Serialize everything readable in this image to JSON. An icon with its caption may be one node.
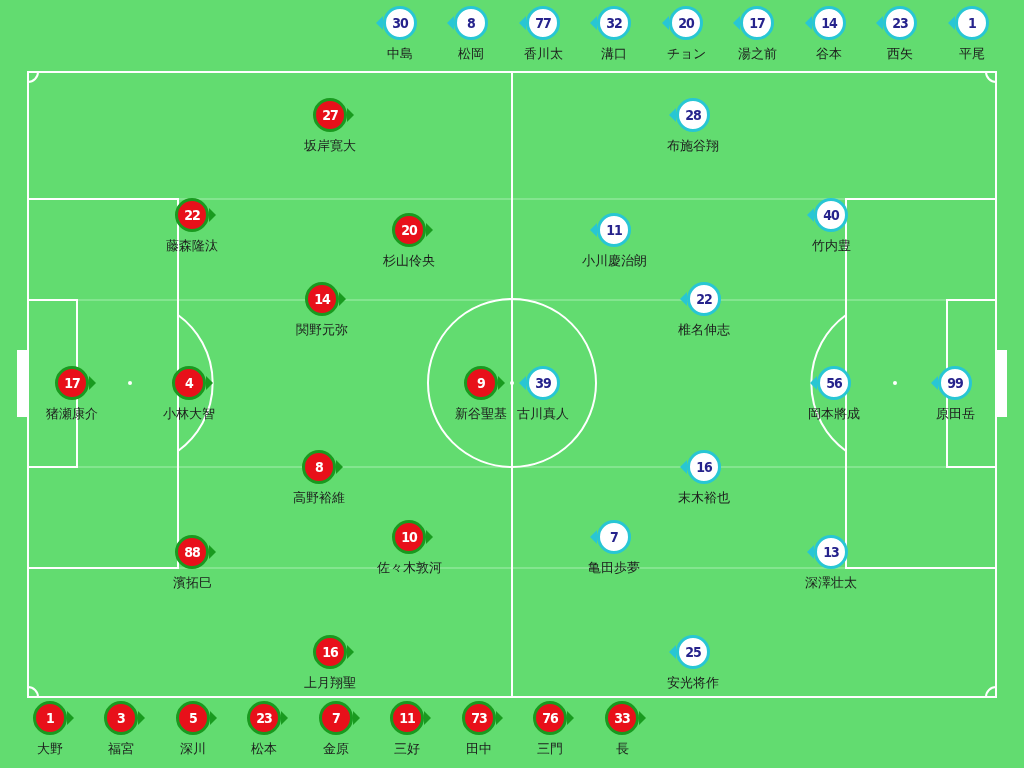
{
  "diagram": {
    "nodes": [
      {
        "text": [
          "30",
          "中島"
        ]
      },
      {
        "text": [
          "8",
          "松岡"
        ]
      },
      {
        "text": [
          "77",
          "香川太"
        ]
      },
      {
        "text": [
          "32",
          "溝口"
        ]
      },
      {
        "text": [
          "20",
          "チョン"
        ]
      },
      {
        "text": [
          "17",
          "湯之前"
        ]
      },
      {
        "text": [
          "14",
          "谷本"
        ]
      },
      {
        "text": [
          "23",
          "西矢"
        ]
      },
      {
        "text": [
          "1",
          "平尾"
        ]
      },
      {
        "text": [
          "27",
          "坂岸寛大"
        ]
      },
      {
        "text": [
          "22",
          "藤森隆汰"
        ]
      },
      {
        "text": [
          "20",
          "杉山伶央"
        ]
      },
      {
        "text": [
          "14",
          "関野元弥"
        ]
      },
      {
        "text": [
          "17",
          "猪瀬康介"
        ]
      },
      {
        "text": [
          "4",
          "小林大智"
        ]
      },
      {
        "text": [
          "9",
          "新谷聖基"
        ]
      },
      {
        "text": [
          "8",
          "高野裕維"
        ]
      },
      {
        "text": [
          "10",
          "佐々木敦河"
        ]
      },
      {
        "text": [
          "88",
          "濱拓巳"
        ]
      },
      {
        "text": [
          "16",
          "上月翔聖"
        ]
      },
      {
        "text": [
          "28",
          "布施谷翔"
        ]
      },
      {
        "text": [
          "40",
          "竹内豊"
        ]
      },
      {
        "text": [
          "11",
          "小川慶治朗"
        ]
      },
      {
        "text": [
          "22",
          "椎名伸志"
        ]
      },
      {
        "text": [
          "39",
          "古川真人"
        ]
      },
      {
        "text": [
          "56",
          "岡本將成"
        ]
      },
      {
        "text": [
          "99",
          "原田岳"
        ]
      },
      {
        "text": [
          "16",
          "末木裕也"
        ]
      },
      {
        "text": [
          "7",
          "亀田歩夢"
        ]
      },
      {
        "text": [
          "13",
          "深澤壮太"
        ]
      },
      {
        "text": [
          "25",
          "安光将作"
        ]
      },
      {
        "text": [
          "1",
          "大野"
        ]
      },
      {
        "text": [
          "3",
          "福宮"
        ]
      },
      {
        "text": [
          "5",
          "深川"
        ]
      },
      {
        "text": [
          "23",
          "松本"
        ]
      },
      {
        "text": [
          "7",
          "金原"
        ]
      },
      {
        "text": [
          "11",
          "三好"
        ]
      },
      {
        "text": [
          "73",
          "田中"
        ]
      },
      {
        "text": [
          "76",
          "三門"
        ]
      },
      {
        "text": [
          "33",
          "長"
        ]
      }
    ]
  }
}
